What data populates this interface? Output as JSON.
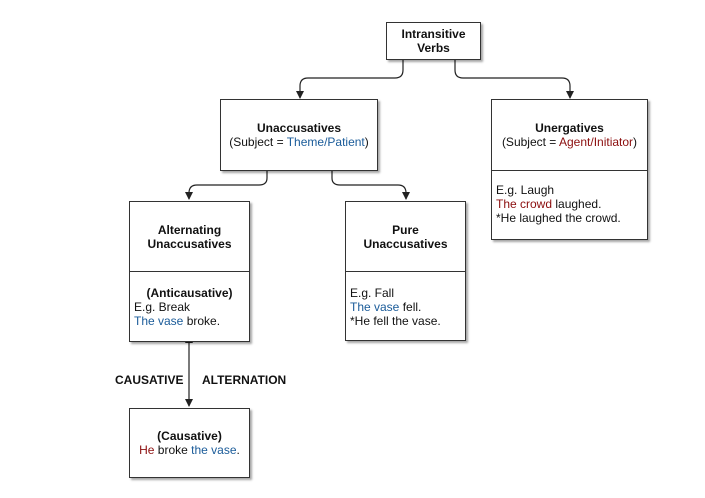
{
  "nodes": {
    "root": {
      "title_line1": "Intransitive",
      "title_line2": "Verbs"
    },
    "unaccusatives": {
      "title": "Unaccusatives",
      "subject_prefix": "(Subject = ",
      "subject_role_a": "Theme",
      "subject_sep": "/",
      "subject_role_b": "Patient",
      "subject_suffix": ")"
    },
    "unergatives": {
      "title": "Unergatives",
      "subject_prefix": "(Subject = ",
      "subject_role_a": "Agent",
      "subject_sep": "/",
      "subject_role_b": "Initiator",
      "subject_suffix": ")",
      "example_label": "E.g. Laugh",
      "sentence_subject": "The crowd",
      "sentence_rest": " laughed.",
      "ungrammatical": "*He laughed the crowd."
    },
    "alternating": {
      "title_line1": "Alternating",
      "title_line2": "Unaccusatives",
      "subtitle": "(Anticausative)",
      "example_label": "E.g. Break",
      "sentence_subject": "The vase",
      "sentence_rest": " broke."
    },
    "pure": {
      "title_line1": "Pure",
      "title_line2": "Unaccusatives",
      "example_label": "E.g. Fall",
      "sentence_subject": "The vase",
      "sentence_rest": " fell.",
      "ungrammatical": "*He fell the vase."
    },
    "causative": {
      "title": "(Causative)",
      "agent": "He",
      "verb": " broke ",
      "object": "the vase",
      "period": "."
    }
  },
  "edge_labels": {
    "left": "CAUSATIVE",
    "right": "ALTERNATION"
  },
  "colors": {
    "theme_blue": "#1a5b99",
    "agent_red": "#8b0d0d",
    "line": "#222222"
  }
}
